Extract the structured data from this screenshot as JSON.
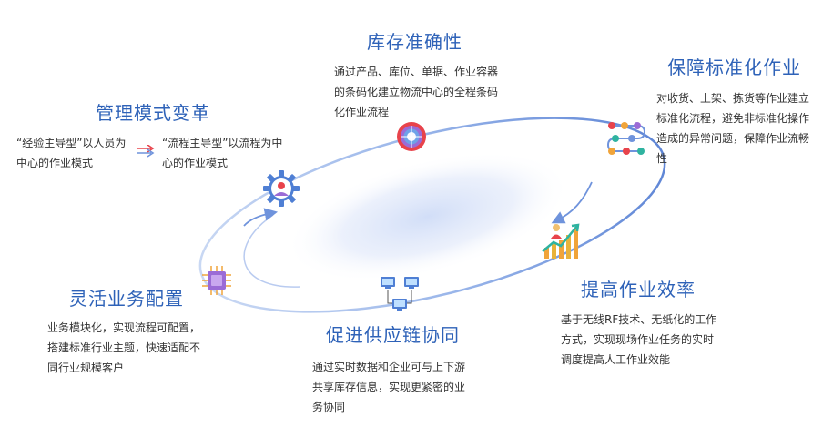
{
  "nodes": {
    "inventory": {
      "title": "库存准确性",
      "desc": "通过产品、库位、单据、作业容器的条码化建立物流中心的全程条码化作业流程"
    },
    "standard": {
      "title": "保障标准化作业",
      "desc": "对收货、上架、拣货等作业建立标准化流程，避免非标准化操作造成的异常问题，保障作业流畅性"
    },
    "management": {
      "title": "管理模式变革",
      "from_text": "“经验主导型”以人员为中心的作业模式",
      "to_text": "“流程主导型”以流程为中心的作业模式"
    },
    "efficiency": {
      "title": "提高作业效率",
      "desc": "基于无线RF技术、无纸化的工作方式，实现现场作业任务的实时调度提高人工作业效能"
    },
    "flexible": {
      "title": "灵活业务配置",
      "desc": "业务模块化，实现流程可配置，搭建标准行业主题，快速适配不同行业规模客户"
    },
    "supply": {
      "title": "促进供应链协同",
      "desc": "通过实时数据和企业可与上下游共享库存信息，实现更紧密的业务协同"
    }
  },
  "icons": {
    "inventory": "target-icon",
    "standard": "workflow-icon",
    "management": "gear-person-icon",
    "efficiency": "growth-chart-icon",
    "flexible": "chip-icon",
    "supply": "network-computers-icon",
    "arrow": "double-arrow-icon"
  },
  "colors": {
    "title": "#2e62b8",
    "orbit": "#8fb0e8",
    "ellipse": "#dde6fa",
    "accent_red": "#e8434b",
    "accent_purple": "#9b6bd6"
  }
}
